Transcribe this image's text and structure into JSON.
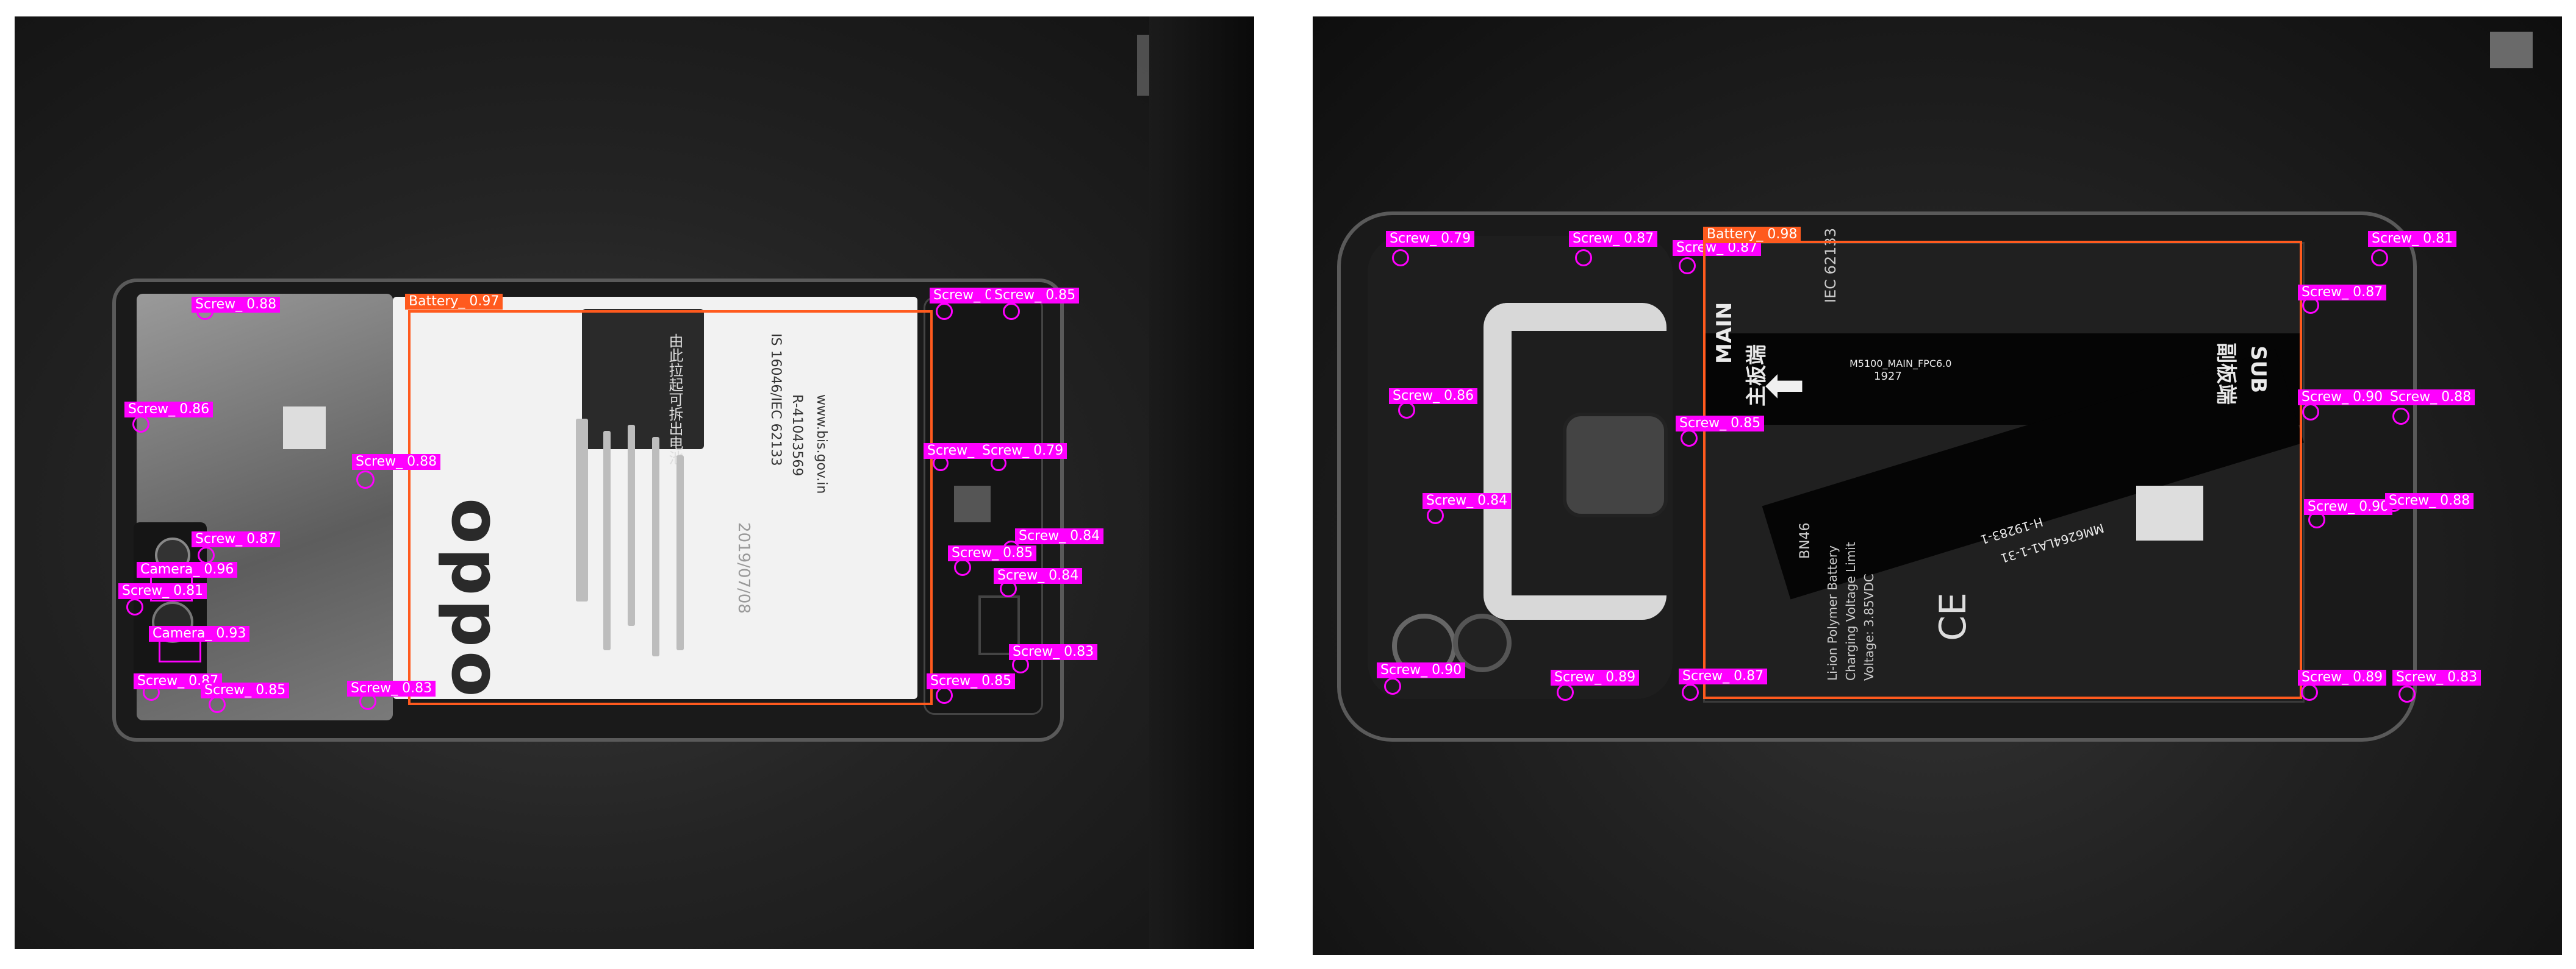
{
  "left_image": {
    "battery": {
      "brand": "oppo",
      "chinese_label": "由此拉起可拆出电池",
      "printed_text": [
        "IS 16046/IEC 62133",
        "R-41043569",
        "www.bis.gov.in",
        "2019/07/08"
      ]
    },
    "detections": [
      {
        "text": "Battery_ 0.97",
        "color": "#ff5a1e"
      },
      {
        "text": "Screw_ 0.88"
      },
      {
        "text": "Screw_ 0.86"
      },
      {
        "text": "Screw_ 0.88"
      },
      {
        "text": "Screw_ 0.87"
      },
      {
        "text": "Camera_ 0.96"
      },
      {
        "text": "Screw_ 0.81"
      },
      {
        "text": "Camera_ 0.93"
      },
      {
        "text": "Screw_ 0.87"
      },
      {
        "text": "Screw_ 0.85"
      },
      {
        "text": "Screw_ 0.83"
      },
      {
        "text": "Screw_ 0.86"
      },
      {
        "text": "Screw_ 0.85"
      },
      {
        "text": "Screw_ 0.86"
      },
      {
        "text": "Screw_ 0.79"
      },
      {
        "text": "Screw_ 0.84"
      },
      {
        "text": "Screw_ 0.85"
      },
      {
        "text": "Screw_ 0.84"
      },
      {
        "text": "Screw_ 0.83"
      },
      {
        "text": "Screw_ 0.85"
      }
    ]
  },
  "right_image": {
    "battery": {
      "printed_text": [
        "MAIN",
        "主板端",
        "SUB",
        "副板端",
        "M5100_MAIN_FPC6.0",
        "1927",
        "IEC 62133",
        "BN46",
        "Li-ion Polymer Battery",
        "Charging Voltage Limit",
        "Voltage: 3.85VDC",
        "H-19283-1",
        "MM6264LA1-1-31"
      ]
    },
    "detections": [
      {
        "text": "Screw_ 0.79"
      },
      {
        "text": "Screw_ 0.87"
      },
      {
        "text": "Screw_ 0.87"
      },
      {
        "text": "Battery_ 0.98",
        "color": "#ff5a1e"
      },
      {
        "text": "Screw_ 0.81"
      },
      {
        "text": "Screw_ 0.87"
      },
      {
        "text": "Screw_ 0.86"
      },
      {
        "text": "Screw_ 0.85"
      },
      {
        "text": "Screw_ 0.90"
      },
      {
        "text": "Screw_ 0.88"
      },
      {
        "text": "Screw_ 0.84"
      },
      {
        "text": "Screw_ 0.90"
      },
      {
        "text": "Screw_ 0.88"
      },
      {
        "text": "Screw_ 0.90"
      },
      {
        "text": "Screw_ 0.89"
      },
      {
        "text": "Screw_ 0.87"
      },
      {
        "text": "Screw_ 0.89"
      },
      {
        "text": "Screw_ 0.83"
      }
    ]
  }
}
